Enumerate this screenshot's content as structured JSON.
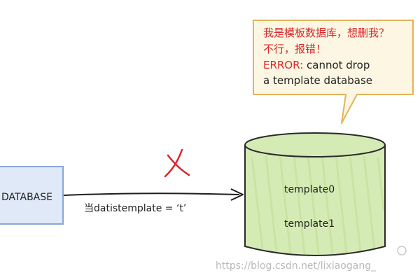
{
  "diagram": {
    "callout": {
      "line1": "我是模板数据库，想删我？",
      "line2": "不行，报错！",
      "error_label": "ERROR:",
      "error_message": "cannot drop",
      "line4": "a template database"
    },
    "command_box": {
      "label": "DATABASE"
    },
    "arrow": {
      "condition_label": "当datistemplate = ‘t’",
      "blocked_mark": "X"
    },
    "database": {
      "items": [
        "template0",
        "template1"
      ]
    },
    "watermark": "https://blog.csdn.net/lixiaogang_"
  },
  "colors": {
    "callout_fill": "#fdf6e2",
    "callout_border": "#e2b35c",
    "box_fill": "#dfe9f7",
    "box_border": "#8aa6d6",
    "cylinder_fill": "#d5ebb5",
    "cylinder_border": "#2a2a2a",
    "error_red": "#d9262b"
  }
}
